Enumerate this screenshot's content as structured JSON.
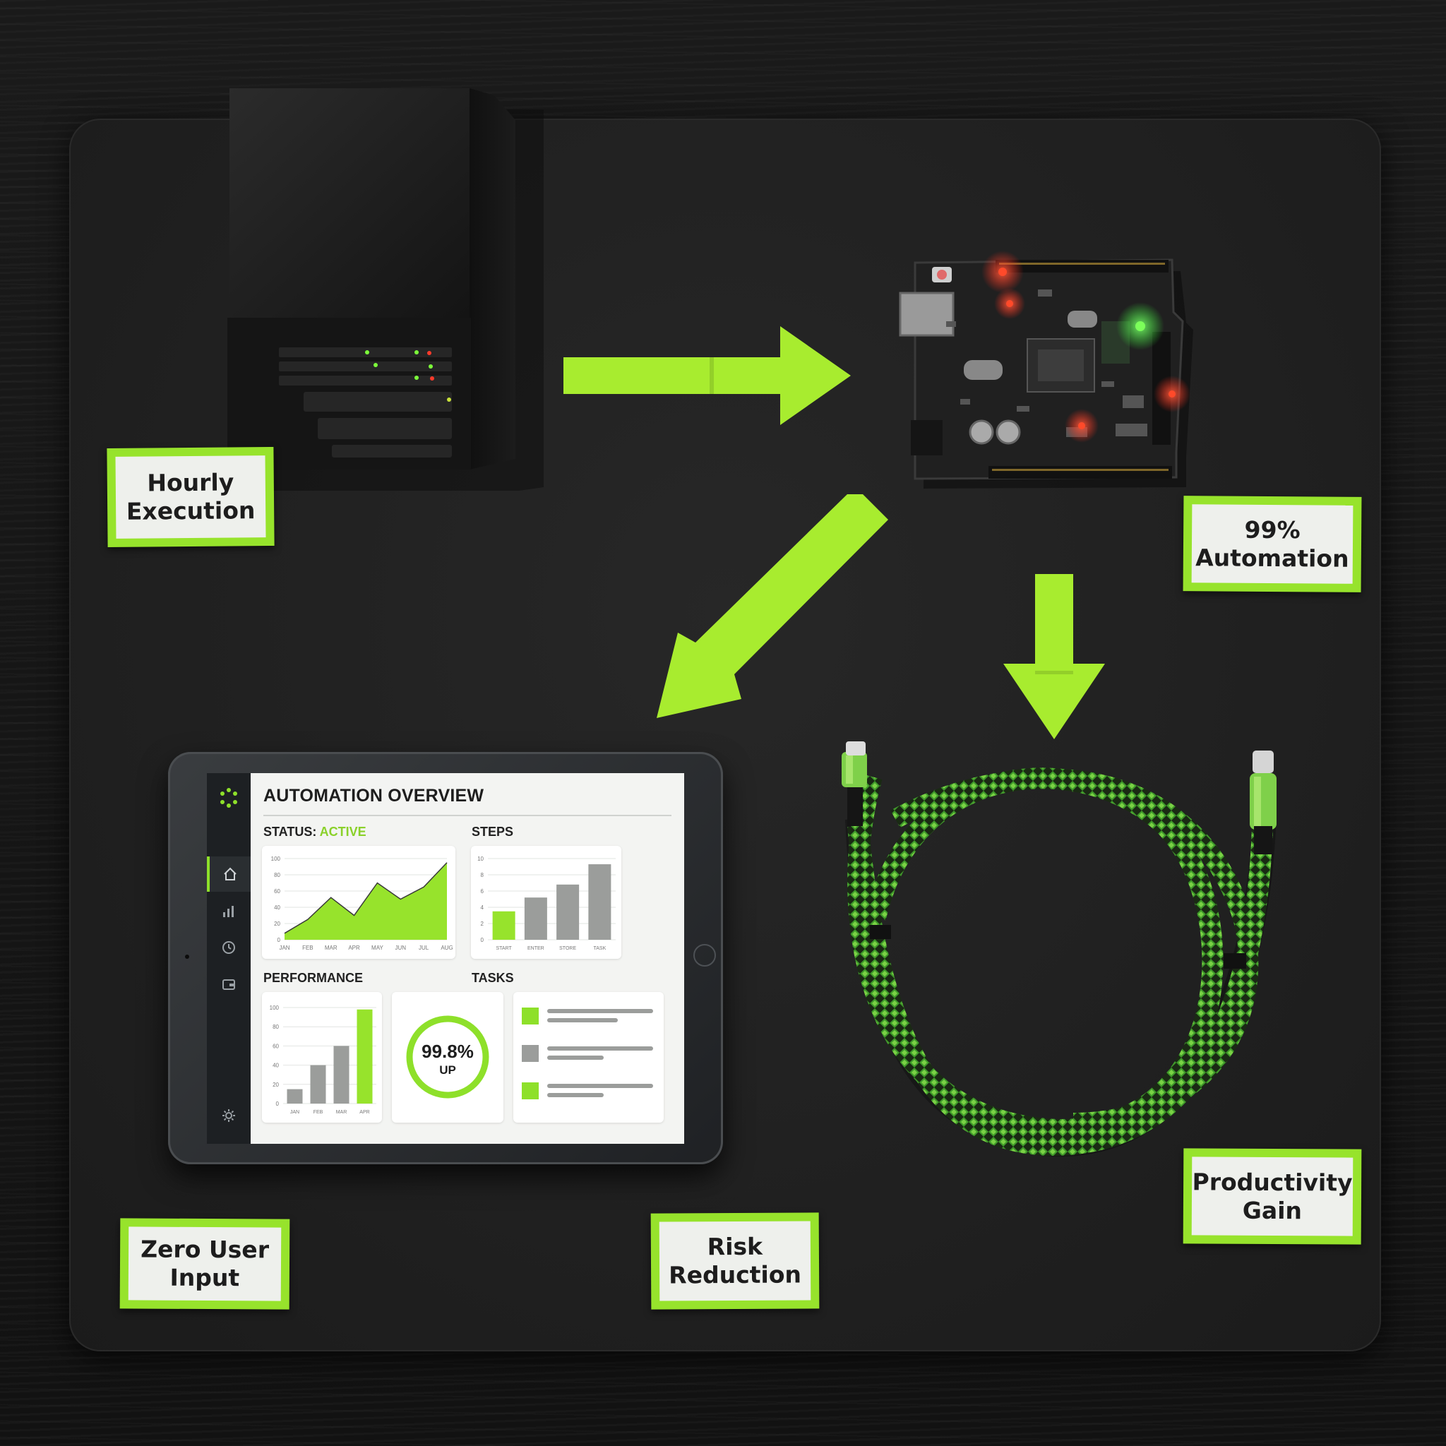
{
  "labels": {
    "hourly": [
      "Hourly",
      "Execution"
    ],
    "automation": [
      "99%",
      "Automation"
    ],
    "zero": [
      "Zero User",
      "Input"
    ],
    "risk": [
      "Risk",
      "Reduction"
    ],
    "productivity": [
      "Productivity",
      "Gain"
    ]
  },
  "dashboard": {
    "title": "AUTOMATION OVERVIEW",
    "status_label": "STATUS:",
    "status_value": "ACTIVE",
    "steps_label": "STEPS",
    "performance_label": "PERFORMANCE",
    "tasks_label": "TASKS",
    "uptime_value": "99.8%",
    "uptime_label": "UP",
    "icons": [
      "logo-icon",
      "home-icon",
      "bar-chart-icon",
      "clock-icon",
      "wallet-icon",
      "gear-icon"
    ]
  },
  "colors": {
    "accent": "#97e32c",
    "bar_gray": "#9b9d9b",
    "led_red": "#ff2a1a",
    "led_green": "#37ff3a"
  },
  "chart_data": [
    {
      "type": "area",
      "x": [
        "JAN",
        "FEB",
        "MAR",
        "APR",
        "MAY",
        "JUN",
        "JUL",
        "AUG"
      ],
      "values": [
        8,
        25,
        52,
        30,
        70,
        50,
        65,
        95
      ],
      "ylim": [
        0,
        100
      ],
      "yticks": [
        0,
        20,
        40,
        60,
        80,
        100
      ]
    },
    {
      "type": "bar",
      "categories": [
        "START",
        "ENTER",
        "STORE",
        "TASK"
      ],
      "values": [
        3.5,
        5.2,
        6.8,
        9.3
      ],
      "ylim": [
        0,
        10
      ],
      "yticks": [
        0,
        2,
        4,
        6,
        8,
        10
      ]
    },
    {
      "type": "bar",
      "categories": [
        "JAN",
        "FEB",
        "MAR",
        "APR"
      ],
      "values": [
        15,
        40,
        60,
        98
      ],
      "ylim": [
        0,
        100
      ],
      "yticks": [
        0,
        20,
        40,
        60,
        80,
        100
      ]
    }
  ]
}
